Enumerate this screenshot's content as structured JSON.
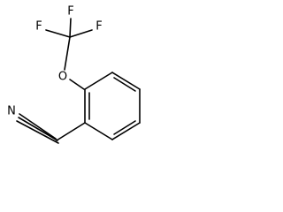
{
  "molecule": {
    "atoms": {
      "f_top": "F",
      "f_left": "F",
      "f_right": "F",
      "oxygen": "O",
      "nitrogen": "N"
    }
  }
}
